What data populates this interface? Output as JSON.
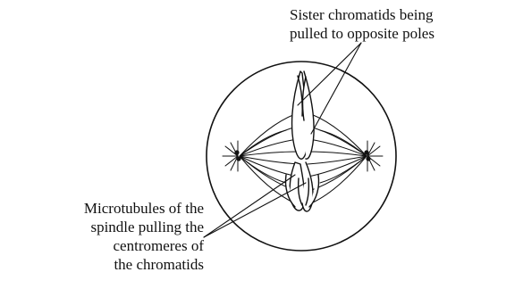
{
  "labels": {
    "top": {
      "lines": [
        "Sister chromatids being",
        "pulled to opposite poles"
      ]
    },
    "bottom": {
      "lines": [
        "Microtubules of the",
        "spindle pulling the",
        "centromeres of",
        "the chromatids"
      ]
    }
  },
  "colors": {
    "ink": "#111111",
    "background": "#ffffff"
  }
}
